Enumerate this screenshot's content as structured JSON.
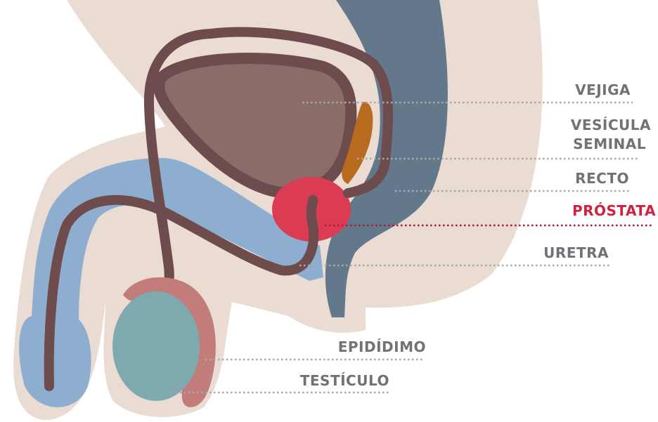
{
  "labels": {
    "vejiga": "VEJIGA",
    "vesicula_line1": "VESÍCULA",
    "vesicula_line2": "SEMINAL",
    "recto": "RECTO",
    "prostata": "PRÓSTATA",
    "uretra": "URETRA",
    "epididimo": "EPIDÍDIMO",
    "testiculo": "TESTÍCULO"
  },
  "colors": {
    "body": "#ebdcd3",
    "rectum": "#64788b",
    "bladder": "#8a6d69",
    "duct": "#6e4b4d",
    "seminal_vesicle": "#b86a1e",
    "prostate": "#dc3b54",
    "penis": "#8eaecf",
    "testicle": "#7ea9ae",
    "epididymis": "#c27d7b",
    "label": "#707275",
    "highlight": "#d0213f"
  }
}
